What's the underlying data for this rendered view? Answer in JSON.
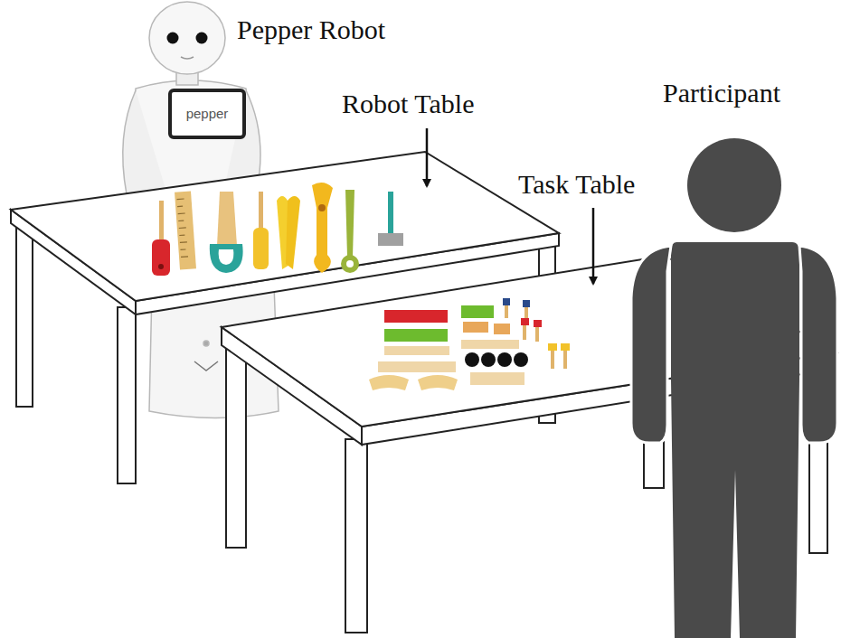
{
  "diagram": {
    "labels": [
      "Pepper Robot",
      "Participant",
      "Robot Table",
      "pepper",
      "Task Table"
    ]
  }
}
